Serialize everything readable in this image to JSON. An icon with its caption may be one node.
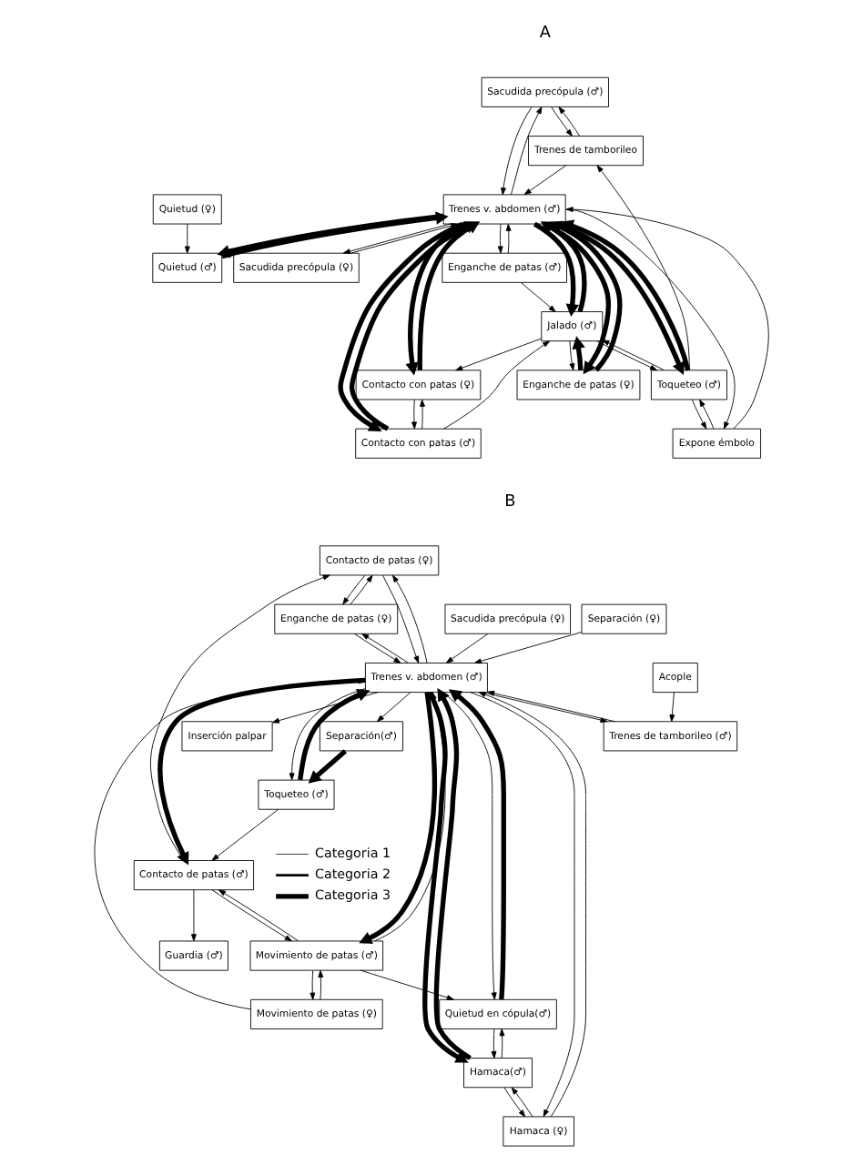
{
  "diagram": {
    "nodes": [
      {
        "text": [
          "Sacudida precópula (♂)"
        ]
      },
      {
        "text": [
          "Sacudida precópula (♀)"
        ]
      },
      {
        "text": [
          "Quietud (♂)"
        ]
      },
      {
        "text": [
          "Quietud (♀)"
        ]
      },
      {
        "text": [
          "Expone émbolo"
        ]
      },
      {
        "text": [
          "Trenes de tamborileo"
        ]
      },
      {
        "text": [
          "Trenes v. abdomen (♂)"
        ]
      },
      {
        "text": [
          "Toqueteo (♂)"
        ]
      },
      {
        "text": [
          "Contacto con patas (♂)"
        ]
      },
      {
        "text": [
          "Contacto con patas (♀)"
        ]
      },
      {
        "text": [
          "Enganche de patas (♂)"
        ]
      },
      {
        "text": [
          "Enganche de patas (♀)"
        ]
      },
      {
        "text": [
          "Jalado (♂)"
        ]
      },
      {
        "text": [
          "Contacto de patas (♀)"
        ]
      },
      {
        "text": [
          "Acople"
        ]
      },
      {
        "text": [
          "Sacudida precópula (♀)"
        ]
      },
      {
        "text": [
          "Enganche de patas (♀)"
        ]
      },
      {
        "text": [
          "Trenes de tamborileo (♂)"
        ]
      },
      {
        "text": [
          "Hamaca (♀)"
        ]
      },
      {
        "text": [
          "Inserción palpar"
        ]
      },
      {
        "text": [
          "Trenes v. abdomen (♂)"
        ]
      },
      {
        "text": [
          "Hamaca(♂)"
        ]
      },
      {
        "text": [
          "Quietud en cópula(♂)"
        ]
      },
      {
        "text": [
          "Separación (♀)"
        ]
      },
      {
        "text": [
          "Separación(♂)"
        ]
      },
      {
        "text": [
          "Movimiento de patas (♀)"
        ]
      },
      {
        "text": [
          "Movimiento de patas (♂)"
        ]
      },
      {
        "text": [
          "Toqueteo (♂)"
        ]
      },
      {
        "text": [
          "Contacto de patas (♂)"
        ]
      },
      {
        "text": [
          "Guardia (♂)"
        ]
      }
    ],
    "edges": [
      {
        "from": 0,
        "to": 5,
        "arrow": "to"
      },
      {
        "from": 5,
        "to": 0,
        "arrow": "to"
      },
      {
        "from": 0,
        "to": 6,
        "arrow": "to"
      },
      {
        "from": 6,
        "to": 0,
        "arrow": "to"
      },
      {
        "from": 1,
        "to": 6,
        "arrow": "to"
      },
      {
        "from": 6,
        "to": 1,
        "arrow": "to"
      },
      {
        "from": 3,
        "to": 2,
        "arrow": "to"
      },
      {
        "from": 2,
        "to": 6,
        "arrow": "to",
        "style": "thick"
      },
      {
        "from": 6,
        "to": 2,
        "arrow": "to",
        "style": "thick"
      },
      {
        "from": 4,
        "to": 6,
        "arrow": "to"
      },
      {
        "from": 6,
        "to": 4,
        "arrow": "to"
      },
      {
        "from": 4,
        "to": 7,
        "arrow": "to"
      },
      {
        "from": 7,
        "to": 4,
        "arrow": "to"
      },
      {
        "from": 5,
        "to": 6,
        "arrow": "to"
      },
      {
        "from": 7,
        "to": 6,
        "arrow": "to",
        "style": "thick"
      },
      {
        "from": 6,
        "to": 7,
        "arrow": "to",
        "style": "thick"
      },
      {
        "from": 6,
        "to": 8,
        "arrow": "to",
        "style": "thick"
      },
      {
        "from": 8,
        "to": 6,
        "arrow": "to",
        "style": "thick"
      },
      {
        "from": 6,
        "to": 9,
        "arrow": "to",
        "style": "thick"
      },
      {
        "from": 9,
        "to": 6,
        "arrow": "to",
        "style": "thick"
      },
      {
        "from": 6,
        "to": 11,
        "arrow": "to",
        "style": "thick"
      },
      {
        "from": 11,
        "to": 6,
        "arrow": "to",
        "style": "thick"
      },
      {
        "from": 6,
        "to": 10,
        "arrow": "to"
      },
      {
        "from": 10,
        "to": 6,
        "arrow": "to"
      },
      {
        "from": 6,
        "to": 12,
        "arrow": "to",
        "style": "thick"
      },
      {
        "from": 12,
        "to": 6,
        "arrow": "to",
        "style": "thick"
      },
      {
        "from": 7,
        "to": 12,
        "arrow": "to"
      },
      {
        "from": 12,
        "to": 7,
        "arrow": "to"
      },
      {
        "from": 7,
        "to": 5,
        "arrow": "to"
      },
      {
        "from": 8,
        "to": 9,
        "arrow": "to"
      },
      {
        "from": 9,
        "to": 8,
        "arrow": "to"
      },
      {
        "from": 10,
        "to": 12,
        "arrow": "to"
      },
      {
        "from": 12,
        "to": 11,
        "arrow": "to"
      },
      {
        "from": 11,
        "to": 12,
        "arrow": "to",
        "style": "thick"
      },
      {
        "from": 12,
        "to": 9,
        "arrow": "to"
      },
      {
        "from": 8,
        "to": 12,
        "arrow": "to"
      },
      {
        "from": 14,
        "to": 17,
        "arrow": "to"
      },
      {
        "from": 17,
        "to": 20,
        "arrow": "to"
      },
      {
        "from": 20,
        "to": 17,
        "arrow": "to"
      },
      {
        "from": 13,
        "to": 20,
        "arrow": "to"
      },
      {
        "from": 20,
        "to": 13,
        "arrow": "to"
      },
      {
        "from": 13,
        "to": 16,
        "arrow": "to"
      },
      {
        "from": 16,
        "to": 13,
        "arrow": "to"
      },
      {
        "from": 15,
        "to": 20,
        "arrow": "to"
      },
      {
        "from": 16,
        "to": 20,
        "arrow": "to"
      },
      {
        "from": 20,
        "to": 16,
        "arrow": "to"
      },
      {
        "from": 18,
        "to": 20,
        "arrow": "to"
      },
      {
        "from": 20,
        "to": 18,
        "arrow": "to"
      },
      {
        "from": 18,
        "to": 21,
        "arrow": "to"
      },
      {
        "from": 21,
        "to": 18,
        "arrow": "to"
      },
      {
        "from": 20,
        "to": 19,
        "arrow": "to"
      },
      {
        "from": 20,
        "to": 21,
        "arrow": "to",
        "style": "thick"
      },
      {
        "from": 21,
        "to": 20,
        "arrow": "to",
        "style": "thick"
      },
      {
        "from": 21,
        "to": 22,
        "arrow": "to"
      },
      {
        "from": 22,
        "to": 21,
        "arrow": "to"
      },
      {
        "from": 22,
        "to": 20,
        "arrow": "to",
        "style": "thick"
      },
      {
        "from": 20,
        "to": 22,
        "arrow": "to"
      },
      {
        "from": 23,
        "to": 20,
        "arrow": "to"
      },
      {
        "from": 20,
        "to": 24,
        "arrow": "to"
      },
      {
        "from": 24,
        "to": 27,
        "arrow": "to",
        "style": "thick"
      },
      {
        "from": 20,
        "to": 27,
        "arrow": "to"
      },
      {
        "from": 27,
        "to": 20,
        "arrow": "to",
        "style": "thick"
      },
      {
        "from": 20,
        "to": 28,
        "arrow": "to",
        "style": "thick"
      },
      {
        "from": 25,
        "to": 20,
        "arrow": "to"
      },
      {
        "from": 20,
        "to": 26,
        "arrow": "to",
        "style": "thick"
      },
      {
        "from": 26,
        "to": 20,
        "arrow": "to"
      },
      {
        "from": 25,
        "to": 26,
        "arrow": "to"
      },
      {
        "from": 26,
        "to": 25,
        "arrow": "to"
      },
      {
        "from": 26,
        "to": 22,
        "arrow": "to"
      },
      {
        "from": 26,
        "to": 28,
        "arrow": "to"
      },
      {
        "from": 28,
        "to": 26,
        "arrow": "to"
      },
      {
        "from": 27,
        "to": 28,
        "arrow": "to"
      },
      {
        "from": 28,
        "to": 29,
        "arrow": "to"
      },
      {
        "from": 28,
        "to": 13,
        "arrow": "to"
      }
    ],
    "labels": [
      "A",
      "B"
    ],
    "legend": [
      {
        "text": "Categoria 1"
      },
      {
        "text": "Categoria 2"
      },
      {
        "text": "Categoria 3"
      }
    ]
  }
}
